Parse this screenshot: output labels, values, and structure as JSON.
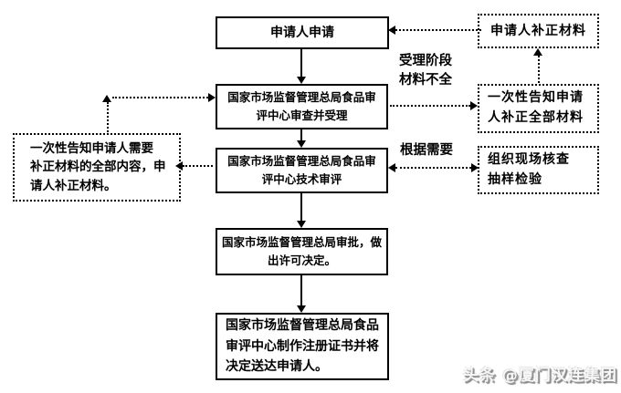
{
  "diagram": {
    "nodes": {
      "apply": "申请人申请",
      "supplement_material": "申请人补正材料",
      "review_accept": "国家市场监督管理总局食品审\n评中心审查并受理",
      "notify_full_supplement": "一次性告知申请\n人补正全部材料",
      "tech_review": "国家市场监督管理总局食品审\n评中心技术审评",
      "onsite_inspection": "组织现场核查\n抽样检验",
      "notify_left": "一次性告知申请人需要\n补正材料的全部内容，申\n请人补正材料。",
      "approval": "国家市场监督管理总局审批，做\n出许可决定。",
      "deliver": "国家市场监督管理总局食品\n审评中心制作注册证书并将\n决定送达申请人。"
    },
    "edge_labels": {
      "incomplete_stage": "受理阶段\n材料不全",
      "as_needed": "根据需要"
    },
    "watermark": "头条 @厦门汉连集团"
  }
}
